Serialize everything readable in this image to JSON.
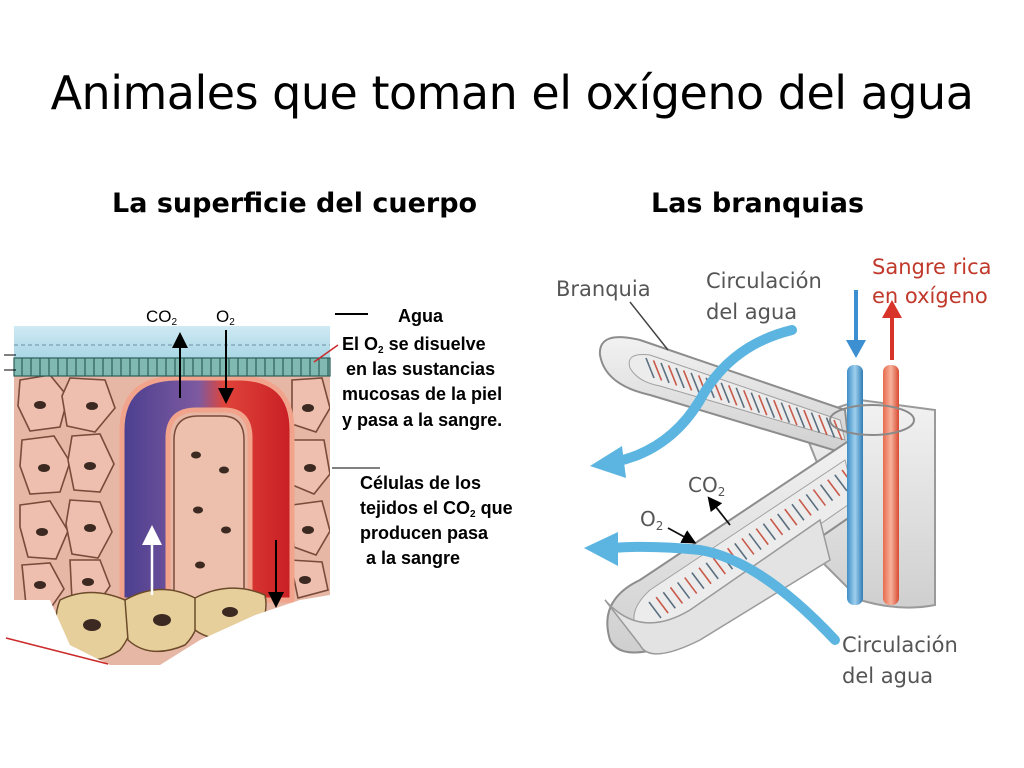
{
  "slide": {
    "title": "Animales que toman el oxígeno del agua"
  },
  "left_panel": {
    "heading": "La superficie del cuerpo",
    "labels": {
      "co2": "CO",
      "co2_sub": "2",
      "o2": "O",
      "o2_sub": "2",
      "agua": "Agua",
      "dissolve_line1_prefix": "El O",
      "dissolve_line1_sub": "2",
      "dissolve_line1_suffix": " se disuelve",
      "dissolve_line2": "en las sustancias",
      "dissolve_line3": "mucosas de la piel",
      "dissolve_line4": "y pasa a la sangre.",
      "cells_line1": "Células de los",
      "cells_line2_prefix": "tejidos el CO",
      "cells_line2_sub": "2",
      "cells_line2_suffix": " que",
      "cells_line3": "producen pasa",
      "cells_line4": "a la sangre"
    }
  },
  "right_panel": {
    "heading": "Las branquias",
    "labels": {
      "branquia": "Branquia",
      "circ_top_line1": "Circulación",
      "circ_top_line2": "del agua",
      "sangre_line1": "Sangre rica",
      "sangre_line2": "en oxígeno",
      "co2": "CO",
      "co2_sub": "2",
      "o2": "O",
      "o2_sub": "2",
      "circ_bottom_line1": "Circulación",
      "circ_bottom_line2": "del agua"
    }
  },
  "colors": {
    "water": "#bfe3ee",
    "skin_tiles": "#7fb9b2",
    "tissue": "#e9b8a6",
    "cell_outline": "#7a4a3a",
    "blood_red": "#d9262b",
    "blood_blue": "#5b4f9e",
    "water_arrow": "#5bb5e0",
    "label_red": "#c0392b"
  }
}
